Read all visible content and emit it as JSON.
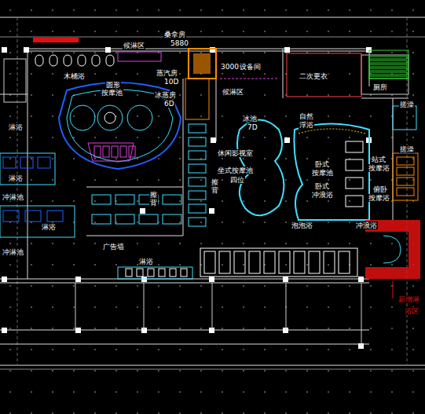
{
  "diagram": {
    "labels": [
      "桑拿房",
      "5880",
      "候淋区",
      "木桶浴",
      "圆形",
      "按摩池",
      "蒸汽房",
      "10D",
      "冰蒸房",
      "6D",
      "3000",
      "设备间",
      "候淋区",
      "二次更衣",
      "厕所",
      "搓澡",
      "搓澡",
      "冰池",
      "7D",
      "自然",
      "浮浴",
      "淋浴",
      "淋浴",
      "休闲影视室",
      "坐式按摩池",
      "四位",
      "卧式",
      "按摩池",
      "卧式",
      "冲浪浴",
      "站式",
      "按摩浴",
      "俯卧",
      "按摩浴",
      "泡泡浴",
      "冲浪浴",
      "擦背",
      "擦背",
      "冲淋池",
      "冲淋池",
      "淋浴",
      "广告墙",
      "淋浴",
      "新增淋",
      "浴区"
    ]
  }
}
